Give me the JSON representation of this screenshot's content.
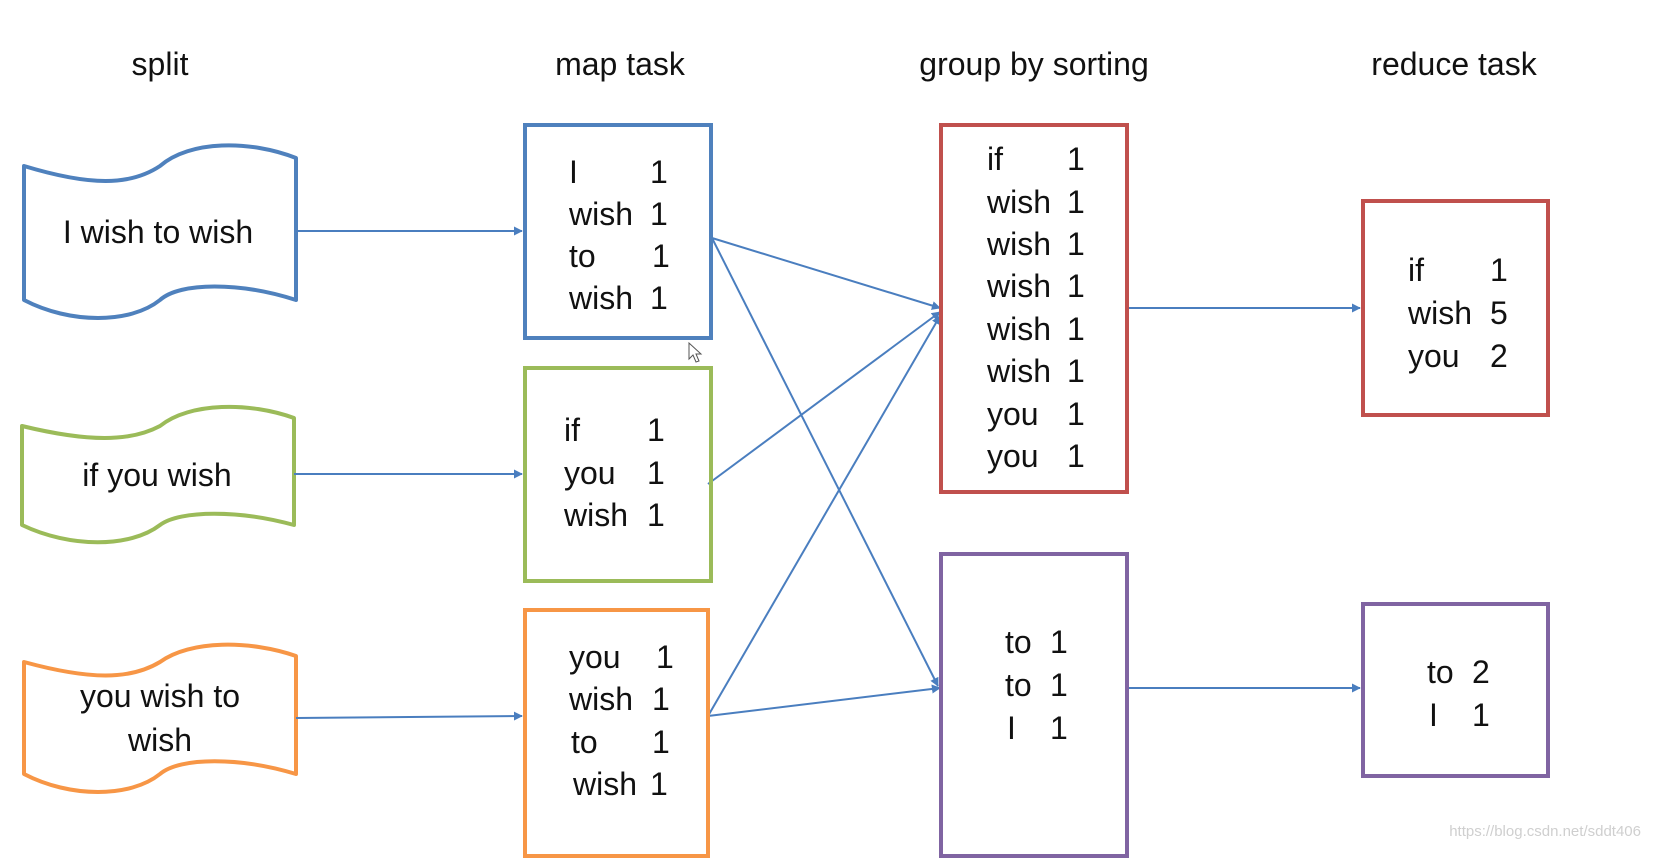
{
  "headers": {
    "split": "split",
    "map": "map task",
    "group": "group by sorting",
    "reduce": "reduce task"
  },
  "colors": {
    "blue": "#4f81bd",
    "green": "#9bbb59",
    "orange": "#f79646",
    "red": "#c0504d",
    "purple": "#8064a2",
    "arrow": "#4a7ebf"
  },
  "splits": [
    {
      "text": "I wish to wish",
      "color": "#4f81bd"
    },
    {
      "text": "if you wish",
      "color": "#9bbb59"
    },
    {
      "text": "you wish to\nwish",
      "color": "#f79646"
    }
  ],
  "maps": [
    {
      "color": "#4f81bd",
      "rows": [
        [
          "I",
          "1"
        ],
        [
          "wish",
          "1"
        ],
        [
          "to",
          "1"
        ],
        [
          "wish",
          "1"
        ]
      ]
    },
    {
      "color": "#9bbb59",
      "rows": [
        [
          "if",
          "1"
        ],
        [
          "you",
          "1"
        ],
        [
          "wish",
          "1"
        ]
      ]
    },
    {
      "color": "#f79646",
      "rows": [
        [
          "you",
          "1"
        ],
        [
          "wish",
          "1"
        ],
        [
          "to",
          "1"
        ],
        [
          "wish",
          "1"
        ]
      ]
    }
  ],
  "groups": [
    {
      "color": "#c0504d",
      "rows": [
        [
          "if",
          "1"
        ],
        [
          "wish",
          "1"
        ],
        [
          "wish",
          "1"
        ],
        [
          "wish",
          "1"
        ],
        [
          "wish",
          "1"
        ],
        [
          "wish",
          "1"
        ],
        [
          "you",
          "1"
        ],
        [
          "you",
          "1"
        ]
      ]
    },
    {
      "color": "#8064a2",
      "rows": [
        [
          "to",
          "1"
        ],
        [
          "to",
          "1"
        ],
        [
          "I",
          "1"
        ]
      ]
    }
  ],
  "reduces": [
    {
      "color": "#c0504d",
      "rows": [
        [
          "if",
          "1"
        ],
        [
          "wish",
          "5"
        ],
        [
          "you",
          "2"
        ]
      ]
    },
    {
      "color": "#8064a2",
      "rows": [
        [
          "to",
          "2"
        ],
        [
          "I",
          "1"
        ]
      ]
    }
  ],
  "watermark": "https://blog.csdn.net/sddt406"
}
